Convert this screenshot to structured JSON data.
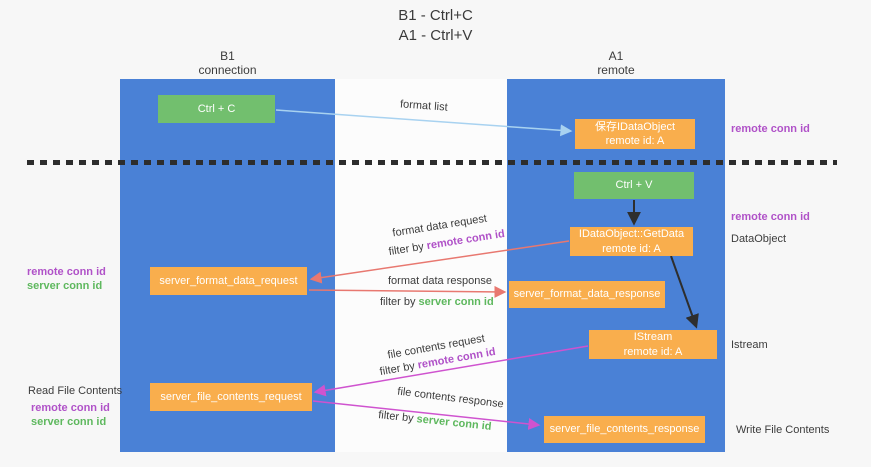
{
  "title": {
    "line1": "B1 - Ctrl+C",
    "line2": "A1 - Ctrl+V"
  },
  "columns": {
    "left": {
      "name": "B1",
      "role": "connection"
    },
    "right": {
      "name": "A1",
      "role": "remote"
    }
  },
  "boxes": {
    "ctrl_c": {
      "label": "Ctrl + C"
    },
    "ctrl_v": {
      "label": "Ctrl + V"
    },
    "save_idataobject": {
      "line1": "保存IDataObject",
      "line2": "remote id: A"
    },
    "idataobject_getdata": {
      "line1": "IDataObject::GetData",
      "line2": "remote id: A"
    },
    "istream": {
      "line1": "IStream",
      "line2": "remote id: A"
    },
    "server_format_data_request": {
      "label": "server_format_data_request"
    },
    "server_format_data_response": {
      "label": "server_format_data_response"
    },
    "server_file_contents_request": {
      "label": "server_file_contents_request"
    },
    "server_file_contents_response": {
      "label": "server_file_contents_response"
    }
  },
  "arrows": {
    "format_list": {
      "label": "format list"
    },
    "format_data_request": {
      "label": "format data request",
      "filter_prefix": "filter by ",
      "filter_value": "remote conn id"
    },
    "format_data_response": {
      "label": "format data response",
      "filter_prefix": "filter by ",
      "filter_value": "server conn id"
    },
    "file_contents_request": {
      "label": "file contents request",
      "filter_prefix": "filter by ",
      "filter_value": "remote conn id"
    },
    "file_contents_response": {
      "label": "file contents response",
      "filter_prefix": "filter by ",
      "filter_value": "server conn id"
    }
  },
  "side_labels": {
    "right_remote_conn_top": "remote conn id",
    "right_remote_conn_mid": "remote conn id",
    "right_dataobject": "DataObject",
    "right_istream": "Istream",
    "right_write_file": "Write File Contents",
    "left_remote_conn_top": "remote conn id",
    "left_server_conn_top": "server conn id",
    "left_read_file": "Read File Contents",
    "left_remote_conn_bottom": "remote conn id",
    "left_server_conn_bottom": "server conn id"
  },
  "colors": {
    "column_blue": "#4a81d6",
    "box_orange": "#f9ae4d",
    "box_green": "#72bf6e",
    "label_purple": "#b052c8",
    "label_green": "#5eb85e",
    "arrow_red": "#e87870",
    "arrow_magenta": "#cf53cf",
    "arrow_lightblue": "#a8d2f0",
    "arrow_black": "#2e2e2e"
  }
}
